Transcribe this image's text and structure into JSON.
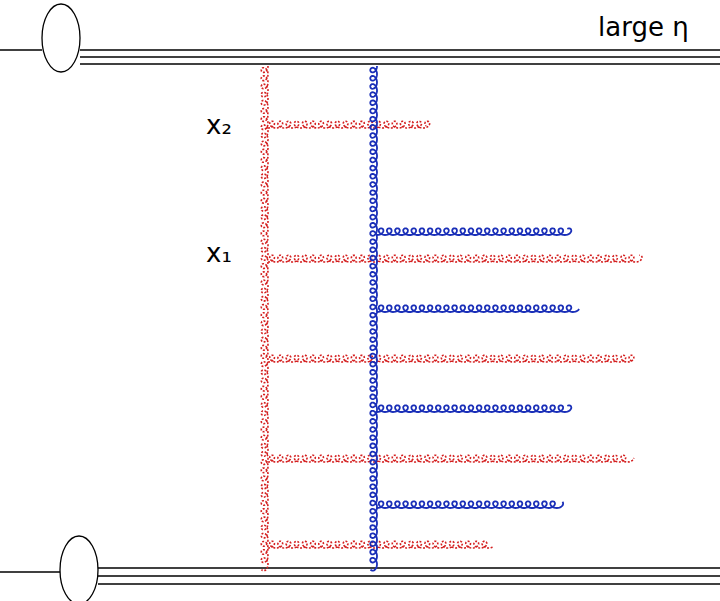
{
  "diagram": {
    "labels": [
      "x₂",
      "x₁",
      "large η"
    ]
  }
}
